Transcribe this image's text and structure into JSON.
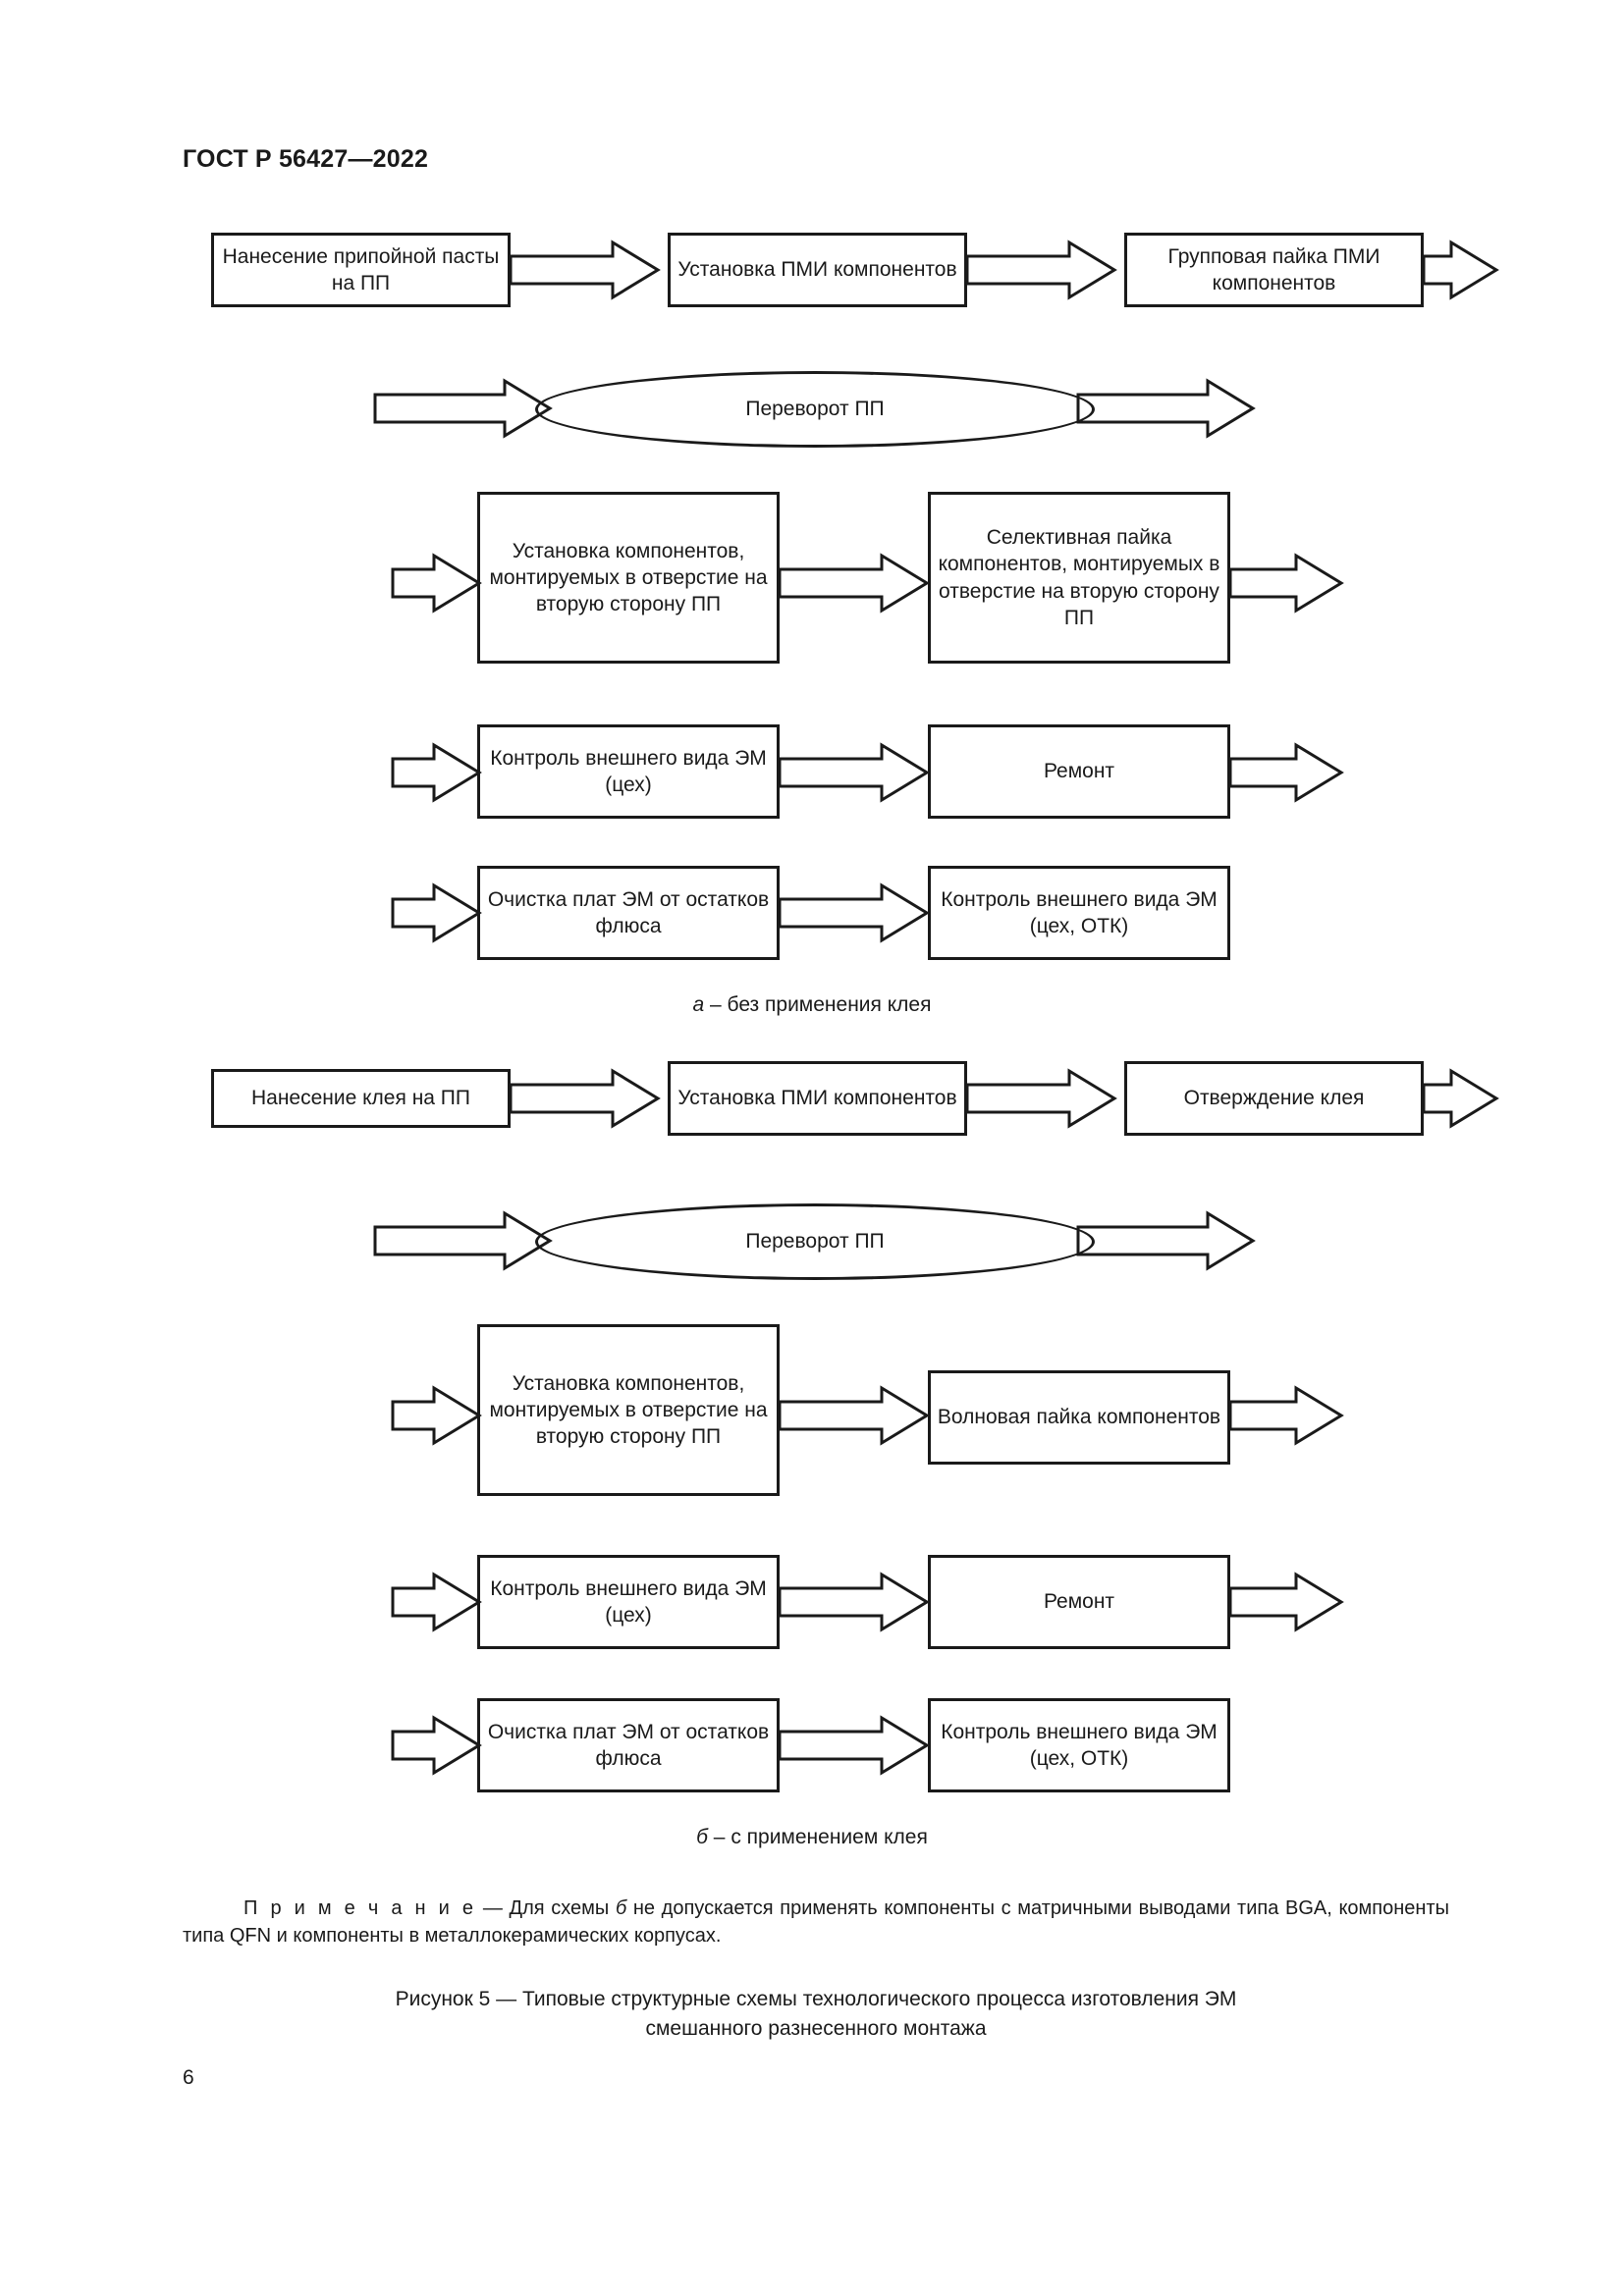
{
  "document": {
    "standard_header": "ГОСТ Р 56427—2022",
    "page_number": "6"
  },
  "scheme_a": {
    "caption_marker": "а",
    "caption_text": " – без применения клея",
    "nodes": {
      "n1": "Нанесение припойной пасты на ПП",
      "n2": "Установка ПМИ компонентов",
      "n3": "Групповая пайка ПМИ компонентов",
      "n4": "Переворот ПП",
      "n5": "Установка компонентов, монтируемых в отверстие на вторую сторону ПП",
      "n6": "Селективная пайка компонентов, монтируемых в отверстие на вторую сторону ПП",
      "n7": "Контроль внешнего вида ЭМ (цех)",
      "n8": "Ремонт",
      "n9": "Очистка плат ЭМ от остатков флюса",
      "n10": "Контроль внешнего вида ЭМ (цех, ОТК)"
    }
  },
  "scheme_b": {
    "caption_marker": "б",
    "caption_text": " – с применением клея",
    "nodes": {
      "n1": "Нанесение клея на ПП",
      "n2": "Установка ПМИ компонентов",
      "n3": "Отверждение клея",
      "n4": "Переворот ПП",
      "n5": "Установка компонентов, монтируемых в отверстие на вторую сторону ПП",
      "n6": "Волновая пайка компонентов",
      "n7": "Контроль внешнего вида ЭМ (цех)",
      "n8": "Ремонт",
      "n9": "Очистка плат ЭМ от остатков флюса",
      "n10": "Контроль внешнего вида ЭМ (цех, ОТК)"
    }
  },
  "note": {
    "lead": "П р и м е ч а н и е",
    "dash": " — ",
    "body_before_marker": "Для схемы ",
    "marker": "б",
    "body_after_marker": " не допускается применять компоненты с матричными выводами типа BGA, компоненты типа QFN и компоненты в металлокерамических корпусах."
  },
  "figure_caption": {
    "line1": "Рисунок 5 — Типовые структурные схемы технологического процесса изготовления ЭМ",
    "line2": "смешанного разнесенного монтажа"
  },
  "colors": {
    "ink": "#1a1a1a",
    "paper": "#ffffff"
  }
}
